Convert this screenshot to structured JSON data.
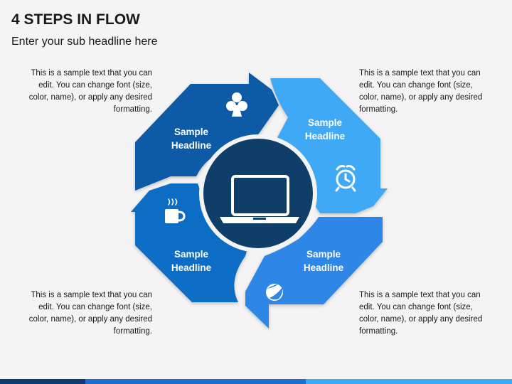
{
  "header": {
    "title": "4 STEPS IN FLOW",
    "subtitle": "Enter your sub headline here"
  },
  "descriptions": {
    "top_left": "This is a sample text that you can edit. You can change font (size, color, name), or apply any desired formatting.",
    "top_right": "This is a sample text that you can edit. You can change font (size, color, name), or apply any desired formatting.",
    "bottom_left": "This is a sample text that you can edit. You can change font (size, color, name), or apply any desired formatting.",
    "bottom_right": "This is a sample text that you can edit. You can change font (size, color, name), or apply any desired formatting."
  },
  "steps": [
    {
      "line1": "Sample",
      "line2": "Headline",
      "icon": "club-icon",
      "color": "#0c5aa6"
    },
    {
      "line1": "Sample",
      "line2": "Headline",
      "icon": "alarm-clock-icon",
      "color": "#41a9f5"
    },
    {
      "line1": "Sample",
      "line2": "Headline",
      "icon": "beach-ball-icon",
      "color": "#2f86e6"
    },
    {
      "line1": "Sample",
      "line2": "Headline",
      "icon": "coffee-cup-icon",
      "color": "#0e6dc4"
    }
  ],
  "center": {
    "icon": "laptop-icon",
    "color": "#0f3e68"
  },
  "colors": {
    "footer_dark": "#0c3a73",
    "footer_mid": "#1f6fc8",
    "footer_light": "#3fa9f5"
  }
}
